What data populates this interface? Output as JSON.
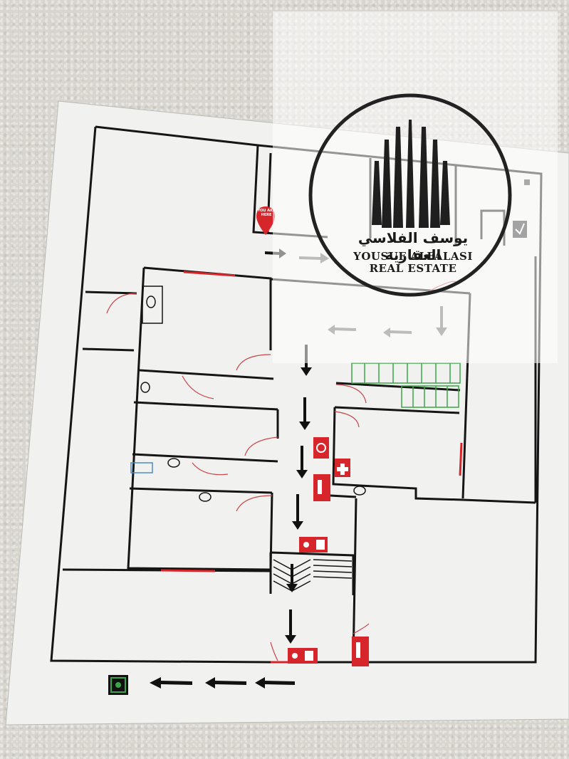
{
  "sign": {
    "you_are_here": "YOU ARE HERE"
  },
  "watermark": {
    "arabic": "يوسف الفلاسي العقارية",
    "line1": "YOUSUF ALFALASI",
    "line2": "REAL ESTATE"
  },
  "colors": {
    "wall": "#d8d5cf",
    "sign": "#f2f2f0",
    "lines": "#1a1a1a",
    "exit_red": "#d7262b",
    "stair_green": "#3aa64a"
  }
}
